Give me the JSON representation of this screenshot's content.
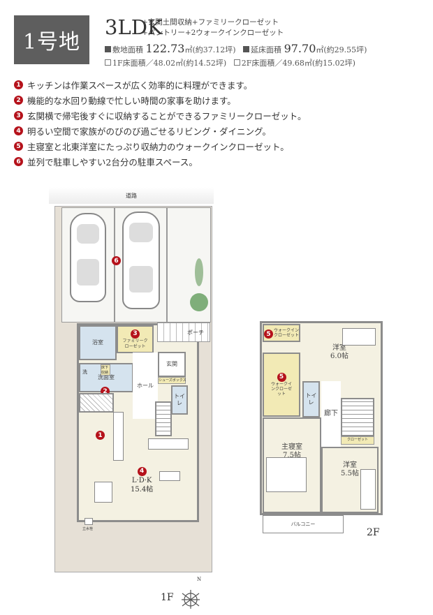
{
  "header": {
    "lot": "1号地",
    "layout": "3LDK",
    "extras": [
      "+玄関土間収納+ファミリークローゼット",
      "+パントリー+2ウォークインクローゼット"
    ],
    "site_area": {
      "label": "敷地面積",
      "value": "122.73",
      "unit": "㎡(約37.12坪)"
    },
    "total_floor_area": {
      "label": "延床面積",
      "value": "97.70",
      "unit": "㎡(約29.55坪)"
    },
    "floor1_area": "1F床面積／48.02㎡(約14.52坪)",
    "floor2_area": "2F床面積／49.68㎡(約15.02坪)"
  },
  "features": [
    {
      "num": "1",
      "text": "キッチンは作業スペースが広く効率的に料理ができます。"
    },
    {
      "num": "2",
      "text": "機能的な水回り動線で忙しい時間の家事を助けます。"
    },
    {
      "num": "3",
      "text": "玄関横で帰宅後すぐに収納することができるファミリークローゼット。"
    },
    {
      "num": "4",
      "text": "明るい空間で家族がのびのび過ごせるリビング・ダイニング。"
    },
    {
      "num": "5",
      "text": "主寝室と北東洋室にたっぷり収納力のウォークインクローゼット。"
    },
    {
      "num": "6",
      "text": "並列で駐車しやすい2台分の駐車スペース。"
    }
  ],
  "floor1": {
    "label": "1F",
    "road": "道路",
    "porch": "ポーチ",
    "bath": "浴室",
    "family_closet": "ファミリークローゼット",
    "washroom": "洗面室",
    "wash": "洗",
    "under_floor_storage": "床下収納",
    "hall": "ホール",
    "entrance": "玄関",
    "shoe_box": "シューズボックス",
    "toilet": "トイレ",
    "ldk": "L·D·K",
    "ldk_size": "15.4帖",
    "faucet": "立水栓",
    "markers": [
      "1",
      "2",
      "3",
      "4",
      "6"
    ]
  },
  "floor2": {
    "label": "2F",
    "wic_top": "ウォークインクローゼット",
    "wic_side": "ウォークインクローゼット",
    "room_ne": "洋室",
    "room_ne_size": "6.0帖",
    "toilet": "トイレ",
    "corridor": "廊下",
    "master": "主寝室",
    "master_size": "7.5帖",
    "room_s": "洋室",
    "room_s_size": "5.5帖",
    "closet": "クローゼット",
    "balcony": "バルコニー",
    "markers": [
      "5",
      "5"
    ]
  },
  "compass_label": "N",
  "colors": {
    "accent": "#b5121b",
    "title_box": "#5e5e5e",
    "storage": "#f2eab5",
    "water": "#d5e3ee",
    "living": "#f4f1e2"
  }
}
